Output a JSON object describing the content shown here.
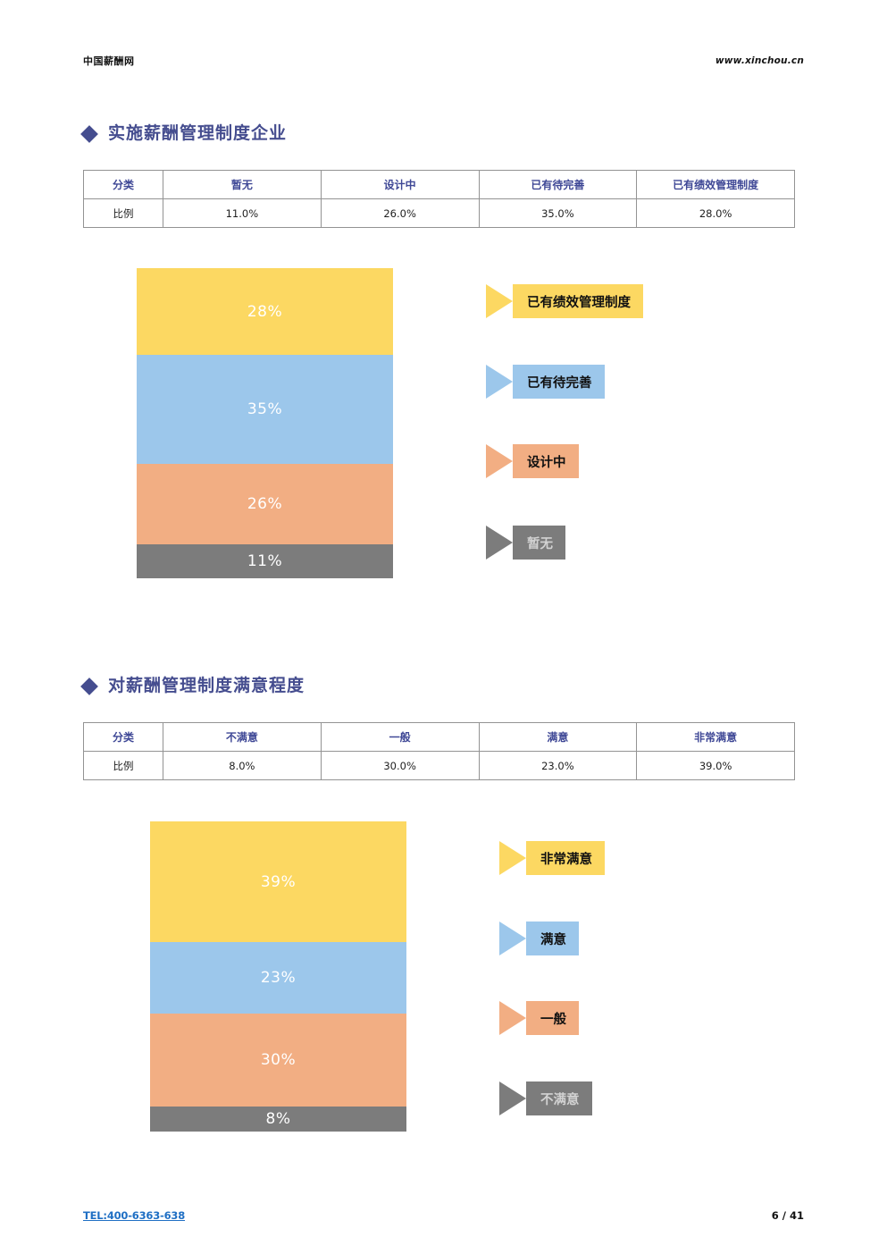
{
  "header": {
    "brand": "中国薪酬网",
    "site": "www.xinchou.cn"
  },
  "footer": {
    "tel": "TEL:400-6363-638",
    "page": "6 / 41"
  },
  "palette": {
    "yellow": "#FCD862",
    "blue": "#9CC7EB",
    "peach": "#F2AE83",
    "gray": "#7C7C7C",
    "heading": "#454d8f",
    "link": "#1f6fc4",
    "border": "#939393"
  },
  "sections": [
    {
      "title": "实施薪酬管理制度企业",
      "table": {
        "headers": [
          "分类",
          "暂无",
          "设计中",
          "已有待完善",
          "已有绩效管理制度"
        ],
        "row_label": "比例",
        "values": [
          "11.0%",
          "26.0%",
          "35.0%",
          "28.0%"
        ]
      },
      "legend": [
        {
          "label": "已有绩效管理制度",
          "color": "#FCD862",
          "text_color": "#111111"
        },
        {
          "label": "已有待完善",
          "color": "#9CC7EB",
          "text_color": "#111111"
        },
        {
          "label": "设计中",
          "color": "#F2AE83",
          "text_color": "#111111"
        },
        {
          "label": "暂无",
          "color": "#7C7C7C",
          "text_color": "#D2D2D2"
        }
      ],
      "chart_data": {
        "type": "bar",
        "subtype": "stacked-single-column-100%",
        "title": "实施薪酬管理制度企业",
        "categories": [
          "暂无",
          "设计中",
          "已有待完善",
          "已有绩效管理制度"
        ],
        "values": [
          11,
          26,
          35,
          28
        ],
        "data_labels": [
          "11%",
          "26%",
          "35%",
          "28%"
        ],
        "colors": [
          "#7C7C7C",
          "#F2AE83",
          "#9CC7EB",
          "#FCD862"
        ],
        "stack_order_top_to_bottom": [
          "已有绩效管理制度",
          "已有待完善",
          "设计中",
          "暂无"
        ],
        "xlabel": "",
        "ylabel": "",
        "ylim": [
          0,
          100
        ],
        "grid": false,
        "legend_position": "right"
      }
    },
    {
      "title": "对薪酬管理制度满意程度",
      "table": {
        "headers": [
          "分类",
          "不满意",
          "一般",
          "满意",
          "非常满意"
        ],
        "row_label": "比例",
        "values": [
          "8.0%",
          "30.0%",
          "23.0%",
          "39.0%"
        ]
      },
      "legend": [
        {
          "label": "非常满意",
          "color": "#FCD862",
          "text_color": "#111111"
        },
        {
          "label": "满意",
          "color": "#9CC7EB",
          "text_color": "#111111"
        },
        {
          "label": "一般",
          "color": "#F2AE83",
          "text_color": "#111111"
        },
        {
          "label": "不满意",
          "color": "#7C7C7C",
          "text_color": "#D2D2D2"
        }
      ],
      "chart_data": {
        "type": "bar",
        "subtype": "stacked-single-column-100%",
        "title": "对薪酬管理制度满意程度",
        "categories": [
          "不满意",
          "一般",
          "满意",
          "非常满意"
        ],
        "values": [
          8,
          30,
          23,
          39
        ],
        "data_labels": [
          "8%",
          "30%",
          "23%",
          "39%"
        ],
        "colors": [
          "#7C7C7C",
          "#F2AE83",
          "#9CC7EB",
          "#FCD862"
        ],
        "stack_order_top_to_bottom": [
          "非常满意",
          "满意",
          "一般",
          "不满意"
        ],
        "xlabel": "",
        "ylabel": "",
        "ylim": [
          0,
          100
        ],
        "grid": false,
        "legend_position": "right"
      }
    }
  ]
}
